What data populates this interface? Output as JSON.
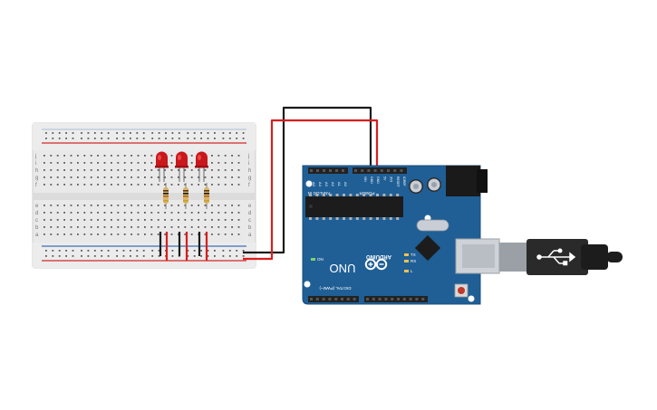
{
  "breadboard": {
    "row_letters_top": [
      "j",
      "i",
      "h",
      "g",
      "f"
    ],
    "row_letters_bottom": [
      "e",
      "d",
      "c",
      "b",
      "a"
    ],
    "colors": {
      "board": "#e9e9e9",
      "rail_red": "#d12a2a",
      "rail_blue": "#3d6fb6",
      "hole": "#5a5a5a"
    }
  },
  "components": {
    "leds": [
      {
        "color": "#c8181c"
      },
      {
        "color": "#c8181c"
      },
      {
        "color": "#c8181c"
      }
    ],
    "resistors": [
      {},
      {},
      {}
    ],
    "wires": {
      "black": "#1b1b1b",
      "red": "#d81e1e"
    }
  },
  "arduino": {
    "brand": "ARDUINO",
    "model": "UNO",
    "analog_label": "ANALOG IN",
    "power_label": "POWER",
    "digital_label": "DIGITAL (PWM~)",
    "analog_pins": [
      "A0",
      "A1",
      "A2",
      "A3",
      "A4",
      "A5"
    ],
    "power_pins": [
      "IOREF",
      "RESET",
      "3V3",
      "5V",
      "GND",
      "GND",
      "VIN"
    ],
    "leds": [
      "TX",
      "RX",
      "L"
    ],
    "on_label": "ON",
    "board_color": "#1f5f96"
  },
  "usb": {
    "icon": "usb-icon"
  }
}
